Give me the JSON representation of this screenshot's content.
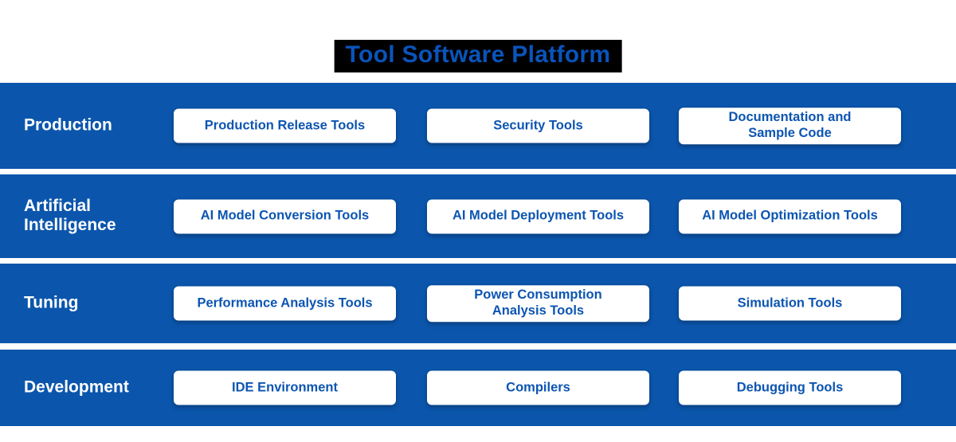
{
  "title": "Tool Software Platform",
  "colors": {
    "band_blue": "#0b56ac",
    "title_text_blue": "#0a54bc",
    "title_background": "#000000",
    "box_background": "#ffffff",
    "box_text_blue": "#0c55b2",
    "band_label_text": "#ffffff"
  },
  "rows": [
    {
      "label_lines": [
        "Production"
      ],
      "boxes": [
        {
          "lines": [
            "Production Release Tools"
          ]
        },
        {
          "lines": [
            "Security Tools"
          ]
        },
        {
          "lines": [
            "Documentation and",
            "Sample Code"
          ]
        }
      ]
    },
    {
      "label_lines": [
        "Artificial",
        "Intelligence"
      ],
      "boxes": [
        {
          "lines": [
            "AI Model Conversion Tools"
          ]
        },
        {
          "lines": [
            "AI Model Deployment Tools"
          ]
        },
        {
          "lines": [
            "AI Model Optimization Tools"
          ]
        }
      ]
    },
    {
      "label_lines": [
        "Tuning"
      ],
      "boxes": [
        {
          "lines": [
            "Performance Analysis Tools"
          ]
        },
        {
          "lines": [
            "Power Consumption",
            "Analysis Tools"
          ]
        },
        {
          "lines": [
            "Simulation Tools"
          ]
        }
      ]
    },
    {
      "label_lines": [
        "Development"
      ],
      "boxes": [
        {
          "lines": [
            "IDE Environment"
          ]
        },
        {
          "lines": [
            "Compilers"
          ]
        },
        {
          "lines": [
            "Debugging Tools"
          ]
        }
      ]
    }
  ]
}
